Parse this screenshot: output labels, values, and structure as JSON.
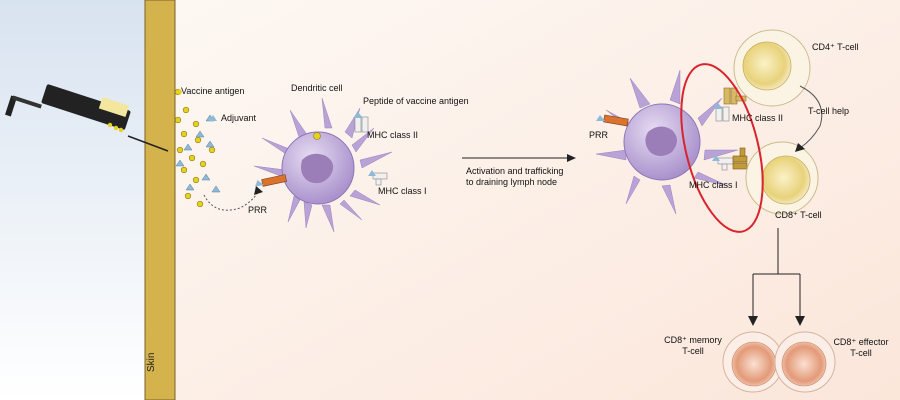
{
  "labels": {
    "skin": "Skin",
    "vaccine_antigen": "Vaccine antigen",
    "adjuvant": "Adjuvant",
    "dendritic_cell": "Dendritic cell",
    "peptide": "Peptide of vaccine antigen",
    "mhc_class_ii_left": "MHC class II",
    "mhc_class_i_left": "MHC class I",
    "prr_left": "PRR",
    "activation_line1": "Activation and trafficking",
    "activation_line2": "to draining lymph node",
    "prr_right": "PRR",
    "mhc_class_ii_right": "MHC class II",
    "mhc_class_i_right": "MHC class I",
    "cd4_tcell": "CD4⁺ T-cell",
    "tcell_help": "T-cell help",
    "cd8_tcell": "CD8⁺ T-cell",
    "cd8_memory_line1": "CD8⁺ memory",
    "cd8_memory_line2": "T-cell",
    "cd8_effector_line1": "CD8⁺ effector",
    "cd8_effector_line2": "T-cell"
  },
  "colors": {
    "skin_band": "#d4b24c",
    "dendritic_cell": "#b9a3d6",
    "tcell_yellow": "#e8d27a",
    "effector_cell": "#e9a98a",
    "highlight_ellipse": "#d9232d"
  }
}
